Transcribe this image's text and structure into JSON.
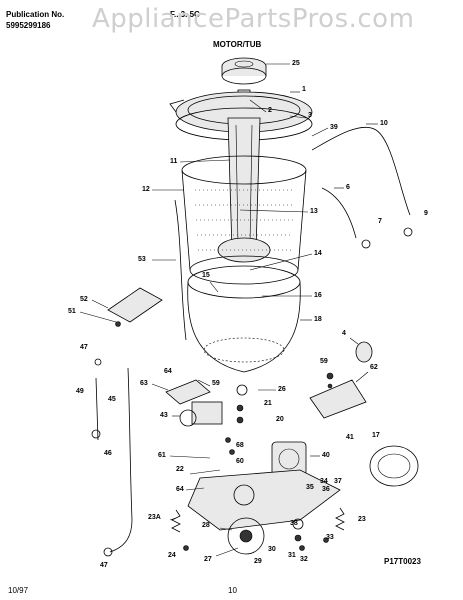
{
  "header": {
    "publication_label": "Publication No.",
    "publication_number": "5995299186",
    "model_partial": "F...3..5C",
    "section_title": "MOTOR/TUB"
  },
  "watermark": "AppliancePartsPros.com",
  "diagram_code": "P17T0023",
  "footer": {
    "date": "10/97",
    "page_number": "10"
  },
  "callouts": [
    "25",
    "1",
    "2",
    "3",
    "39",
    "10",
    "11",
    "12",
    "6",
    "13",
    "7",
    "9",
    "53",
    "14",
    "15",
    "16",
    "52",
    "51",
    "18",
    "4",
    "47",
    "59",
    "62",
    "49",
    "45",
    "64",
    "63",
    "59",
    "26",
    "21",
    "20",
    "43",
    "41",
    "17",
    "61",
    "22",
    "60",
    "40",
    "68",
    "34",
    "35",
    "36",
    "37",
    "64",
    "23A",
    "28",
    "30",
    "38",
    "23",
    "24",
    "27",
    "29",
    "31",
    "32",
    "33",
    "46",
    "47"
  ]
}
